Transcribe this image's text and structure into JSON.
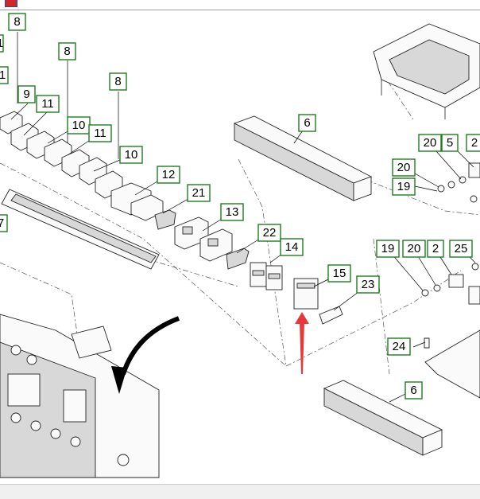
{
  "window": {
    "app_icon": "app-icon",
    "arrow_color": "#e8393a",
    "callout_border_color": "#1f7a1f"
  },
  "callouts": [
    {
      "id": "c8a",
      "label": "8"
    },
    {
      "id": "c1",
      "label": "1"
    },
    {
      "id": "c8b",
      "label": "8"
    },
    {
      "id": "c1b",
      "label": "1"
    },
    {
      "id": "c9",
      "label": "9"
    },
    {
      "id": "c11a",
      "label": "11"
    },
    {
      "id": "c8c",
      "label": "8"
    },
    {
      "id": "c10a",
      "label": "10"
    },
    {
      "id": "c11b",
      "label": "11"
    },
    {
      "id": "c10b",
      "label": "10"
    },
    {
      "id": "c12",
      "label": "12"
    },
    {
      "id": "c21",
      "label": "21"
    },
    {
      "id": "c7",
      "label": "7"
    },
    {
      "id": "c13",
      "label": "13"
    },
    {
      "id": "c22",
      "label": "22"
    },
    {
      "id": "c14",
      "label": "14"
    },
    {
      "id": "c15",
      "label": "15"
    },
    {
      "id": "c23",
      "label": "23"
    },
    {
      "id": "c6a",
      "label": "6"
    },
    {
      "id": "c20a",
      "label": "20"
    },
    {
      "id": "c5",
      "label": "5"
    },
    {
      "id": "c2a",
      "label": "2"
    },
    {
      "id": "c20b",
      "label": "20"
    },
    {
      "id": "c19a",
      "label": "19"
    },
    {
      "id": "c19b",
      "label": "19"
    },
    {
      "id": "c20c",
      "label": "20"
    },
    {
      "id": "c2b",
      "label": "2"
    },
    {
      "id": "c25",
      "label": "25"
    },
    {
      "id": "c24",
      "label": "24"
    },
    {
      "id": "c6b",
      "label": "6"
    }
  ]
}
